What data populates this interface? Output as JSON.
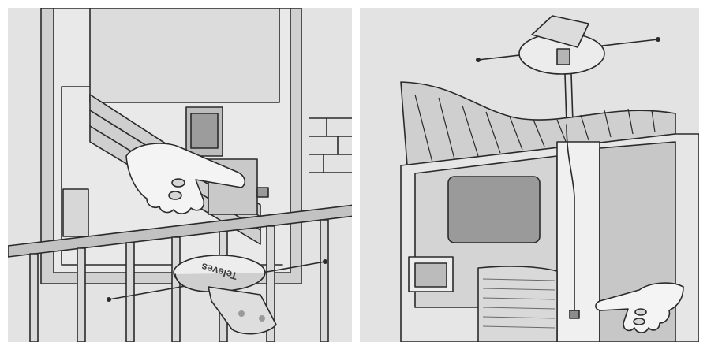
{
  "illustration": {
    "left_scene": {
      "antenna_brand_text": "Televes",
      "description_icons": [
        "balcony-railing",
        "antenna-device",
        "pointing-hand-icon",
        "wall-socket-icon",
        "tv-screen-icon"
      ]
    },
    "right_scene": {
      "description_icons": [
        "roof-mounted-antenna",
        "caravan-interior",
        "pointing-hand-icon",
        "wall-socket-icon",
        "tv-icon"
      ]
    },
    "colors": {
      "background": "#e3e3e3",
      "line": "#2a2a2a",
      "fill_light": "#f4f4f4",
      "fill_mid": "#bdbdbd",
      "fill_dark": "#8c8c8c"
    }
  }
}
